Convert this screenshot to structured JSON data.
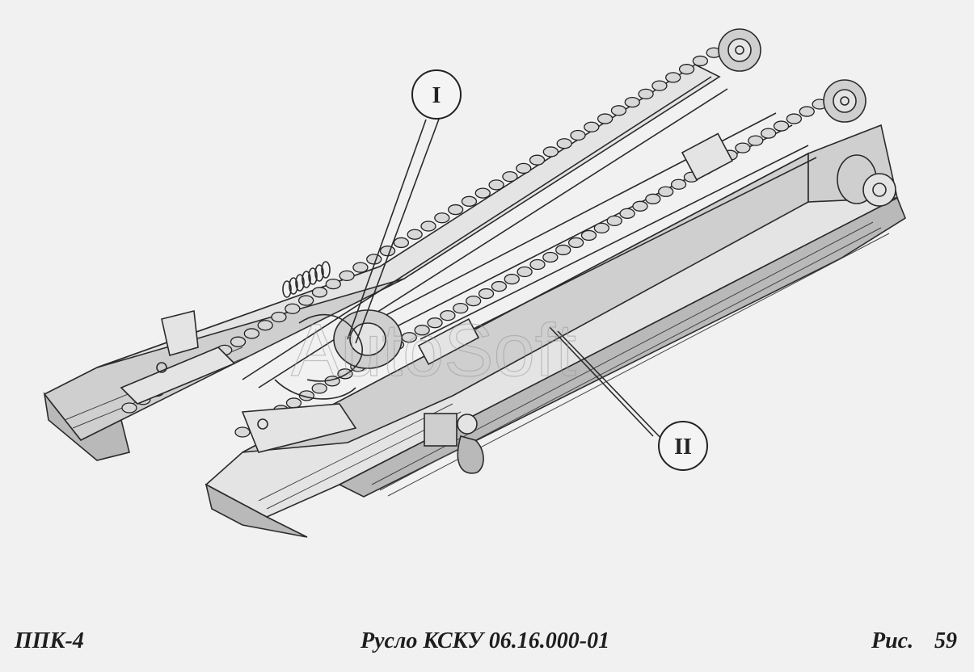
{
  "figure": {
    "callouts": [
      {
        "id": "I",
        "label": "I"
      },
      {
        "id": "II",
        "label": "II"
      }
    ],
    "watermark": "AutoSoft"
  },
  "footer": {
    "model": "ППК-4",
    "title": "Русло КСКУ 06.16.000-01",
    "fig_label": "Рис.",
    "fig_number": "59"
  }
}
